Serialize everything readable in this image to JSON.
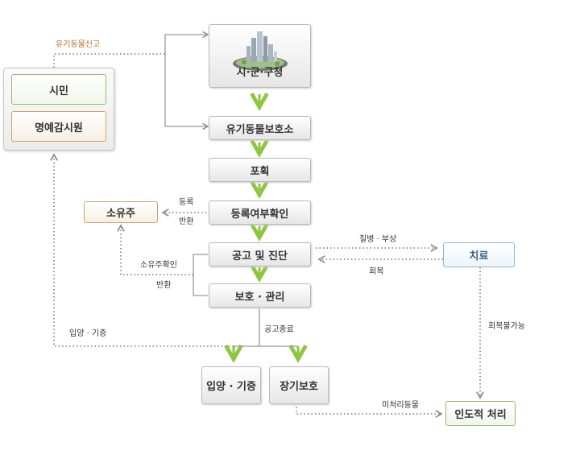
{
  "nodes": {
    "city": "시·군·구청",
    "shelter": "유기동물보호소",
    "capture": "포획",
    "registration_check": "등록여부확인",
    "notice_diagnosis": "공고 및 진단",
    "protection": "보호 · 관리",
    "adoption": "입양 · 기증",
    "long_term": "장기보호",
    "citizen": "시민",
    "honorary_monitor": "명예감시원",
    "owner": "소유주",
    "treatment": "치료",
    "euthanasia": "인도적 처리"
  },
  "labels": {
    "report": "유기동물신고",
    "registered": "등록",
    "return_1": "반환",
    "owner_confirmed": "소유주확인",
    "return_2": "반환",
    "sick_injured": "질병 · 부상",
    "recovered": "회복",
    "unrecoverable": "회복불가능",
    "notice_ended": "공고종료",
    "adoption_donation": "입양 · 기증",
    "unprocessed_animal": "미처리동물"
  },
  "colors": {
    "arrow_green": "#8dc63f",
    "label_orange": "#b86c1d",
    "line_gray": "#8a8a8a"
  }
}
